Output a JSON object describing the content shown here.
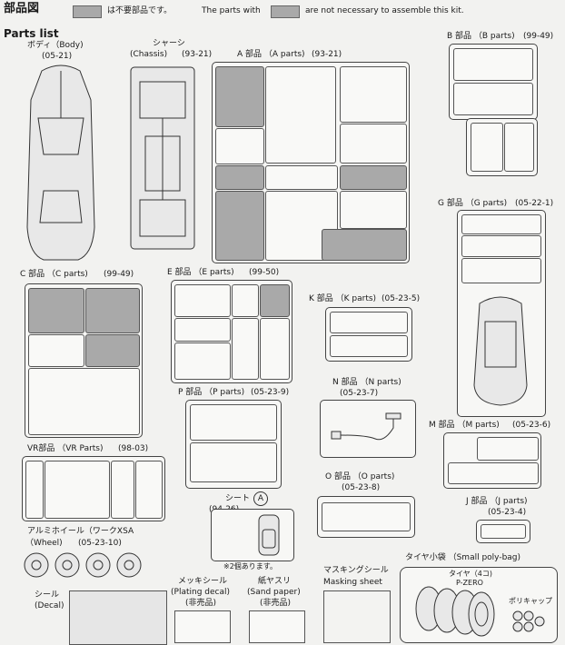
{
  "header": {
    "title_jp": "部品図",
    "note_jp": "は不要部品です。",
    "note_en_a": "The parts with",
    "note_en_b": "are not necessary to assemble this kit.",
    "parts_list": "Parts list"
  },
  "body": {
    "name": "ボディ（Body)",
    "code": "(05-21)"
  },
  "chassis": {
    "name": "シャーシ",
    "sub": "(Chassis)",
    "code": "(93-21)"
  },
  "a_parts": {
    "name": "A 部品 （A parts)",
    "code": "(93-21)"
  },
  "b_parts": {
    "name": "B 部品 （B parts)",
    "code": "(99-49)"
  },
  "g_parts": {
    "name": "G 部品 （G parts)",
    "code": "(05-22-1)"
  },
  "c_parts": {
    "name": "C 部品 （C parts)",
    "code": "(99-49)"
  },
  "e_parts": {
    "name": "E 部品 （E parts)",
    "code": "(99-50)"
  },
  "k_parts": {
    "name": "K 部品 （K parts)",
    "code": "(05-23-5)"
  },
  "n_parts": {
    "name": "N 部品 （N parts)",
    "code": "(05-23-7)"
  },
  "p_parts": {
    "name": "P 部品 （P parts)",
    "code": "(05-23-9)"
  },
  "m_parts": {
    "name": "M 部品 （M parts)",
    "code": "(05-23-6)"
  },
  "vr_parts": {
    "name": "VR部品 （VR Parts)",
    "code": "(98-03)"
  },
  "seat": {
    "name": "シート",
    "letter": "A",
    "code": "(94-26)",
    "note": "※2個あります。"
  },
  "o_parts": {
    "name": "O 部品 （O parts)",
    "code": "(05-23-8)"
  },
  "j_parts": {
    "name": "J 部品 （J parts)",
    "code": "(05-23-4)"
  },
  "wheel": {
    "name_jp": "アルミホイール（ワークXSA",
    "name_en": "（Wheel)",
    "code": "(05-23-10)"
  },
  "decal": {
    "name_jp": "シール",
    "name_en": "(Decal)"
  },
  "plating": {
    "name_jp": "メッキシール",
    "name_en": "(Plating decal)",
    "note": "(非売品)"
  },
  "sand": {
    "name_jp": "紙ヤスリ",
    "name_en": "(Sand paper)",
    "note": "(非売品)"
  },
  "masking": {
    "name_jp": "マスキングシール",
    "name_en": "Masking sheet"
  },
  "polybag": {
    "name": "タイヤ小袋 （Small poly-bag)",
    "tire": "タイヤ（4コ)",
    "tire_brand": "P-ZERO",
    "poly_cap": "ポリキャップ"
  },
  "colors": {
    "unneeded": "#a9a9a9",
    "line": "#333333"
  }
}
